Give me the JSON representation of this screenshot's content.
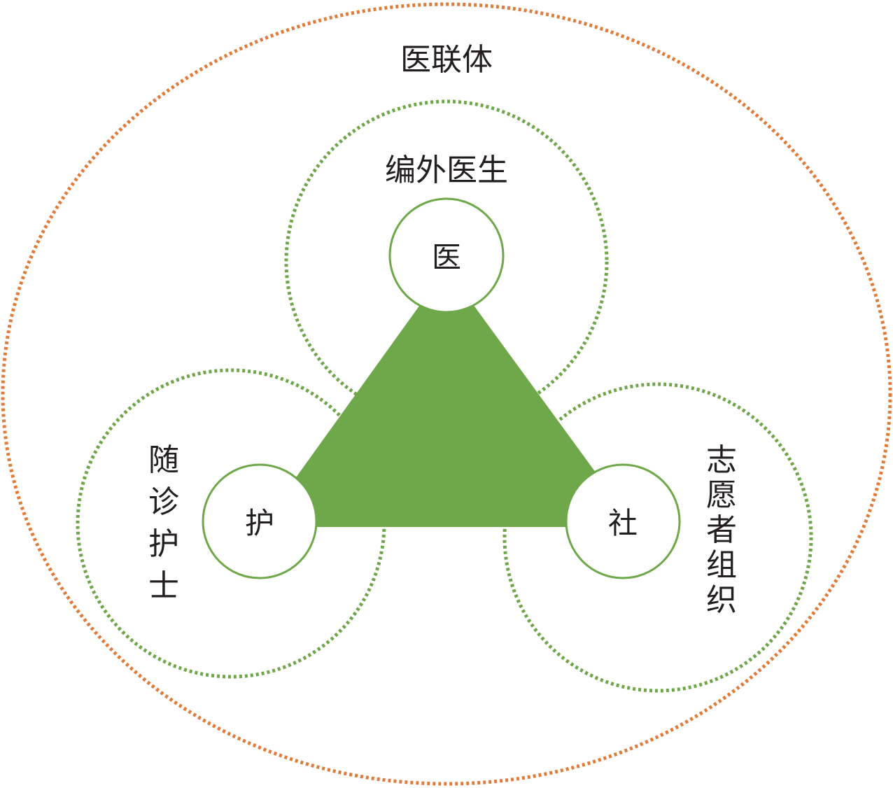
{
  "diagram": {
    "outer_label": "医联体",
    "nodes": [
      {
        "id": "doctor",
        "label": "医",
        "group_label": "编外医生"
      },
      {
        "id": "nurse",
        "label": "护",
        "group_label": [
          "随",
          "诊",
          "护",
          "士"
        ]
      },
      {
        "id": "social",
        "label": "社",
        "group_label": [
          "志",
          "愿",
          "者",
          "组",
          "织"
        ]
      }
    ]
  },
  "colors": {
    "outer_ring": "#e07b39",
    "inner_ring": "#70a64a",
    "triangle": "#6fa84a",
    "node_border": "#6fa84a",
    "node_fill": "#ffffff",
    "text": "#231f20"
  }
}
